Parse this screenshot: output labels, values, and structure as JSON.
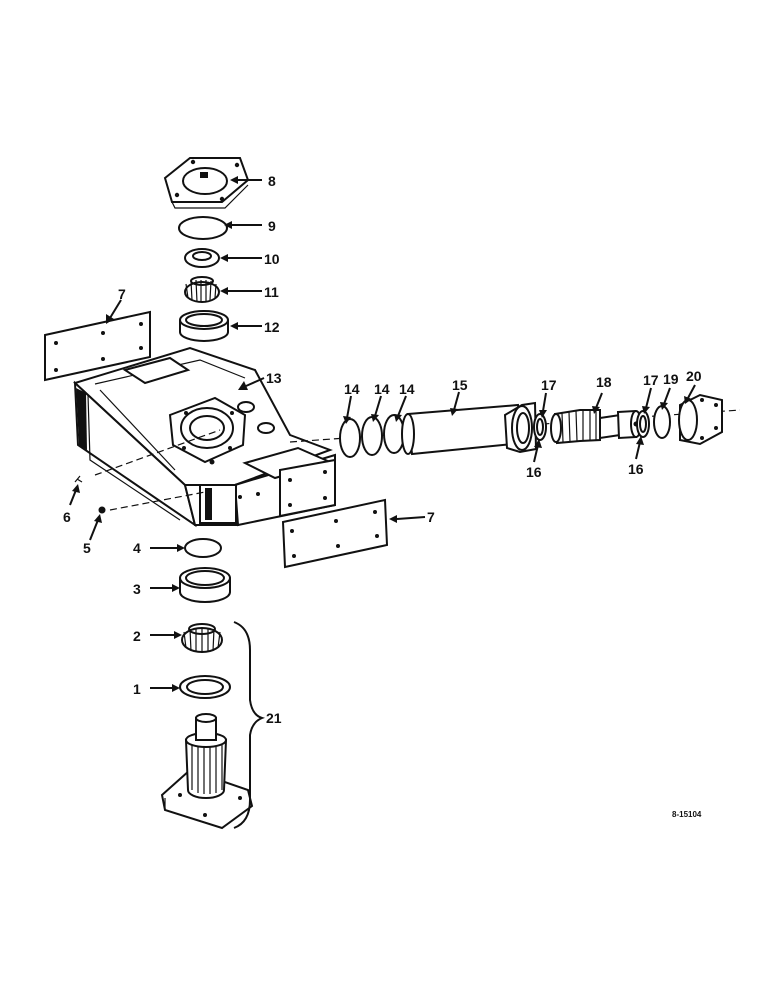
{
  "diagram": {
    "reference_number": "8-15104",
    "callouts": [
      {
        "id": "c8",
        "text": "8"
      },
      {
        "id": "c9",
        "text": "9"
      },
      {
        "id": "c10",
        "text": "10"
      },
      {
        "id": "c11",
        "text": "11"
      },
      {
        "id": "c12",
        "text": "12"
      },
      {
        "id": "c7a",
        "text": "7"
      },
      {
        "id": "c13",
        "text": "13"
      },
      {
        "id": "c14a",
        "text": "14"
      },
      {
        "id": "c14b",
        "text": "14"
      },
      {
        "id": "c14c",
        "text": "14"
      },
      {
        "id": "c15",
        "text": "15"
      },
      {
        "id": "c17a",
        "text": "17"
      },
      {
        "id": "c18",
        "text": "18"
      },
      {
        "id": "c17b",
        "text": "17"
      },
      {
        "id": "c19",
        "text": "19"
      },
      {
        "id": "c20",
        "text": "20"
      },
      {
        "id": "c16a",
        "text": "16"
      },
      {
        "id": "c16b",
        "text": "16"
      },
      {
        "id": "c6",
        "text": "6"
      },
      {
        "id": "c5",
        "text": "5"
      },
      {
        "id": "c7b",
        "text": "7"
      },
      {
        "id": "c4",
        "text": "4"
      },
      {
        "id": "c3",
        "text": "3"
      },
      {
        "id": "c2",
        "text": "2"
      },
      {
        "id": "c1",
        "text": "1"
      },
      {
        "id": "c21",
        "text": "21"
      }
    ],
    "parts": [
      {
        "id": "p1",
        "name": "bearing-cup-lower"
      },
      {
        "id": "p2",
        "name": "bearing-cone-lower"
      },
      {
        "id": "p3",
        "name": "bearing-cup"
      },
      {
        "id": "p4",
        "name": "seal-disc"
      },
      {
        "id": "p5",
        "name": "bolt-head"
      },
      {
        "id": "p6",
        "name": "pin"
      },
      {
        "id": "p7",
        "name": "side-plate"
      },
      {
        "id": "p8",
        "name": "top-cover"
      },
      {
        "id": "p9",
        "name": "gasket"
      },
      {
        "id": "p10",
        "name": "nut"
      },
      {
        "id": "p11",
        "name": "bearing-cone-upper"
      },
      {
        "id": "p12",
        "name": "bearing-cup-upper"
      },
      {
        "id": "p13",
        "name": "axle-housing"
      },
      {
        "id": "p14",
        "name": "shims"
      },
      {
        "id": "p15",
        "name": "tube"
      },
      {
        "id": "p16",
        "name": "snap-ring"
      },
      {
        "id": "p17",
        "name": "washer"
      },
      {
        "id": "p18",
        "name": "shaft"
      },
      {
        "id": "p19",
        "name": "gasket-end"
      },
      {
        "id": "p20",
        "name": "end-cover"
      },
      {
        "id": "p21",
        "name": "spindle-assembly"
      }
    ]
  }
}
